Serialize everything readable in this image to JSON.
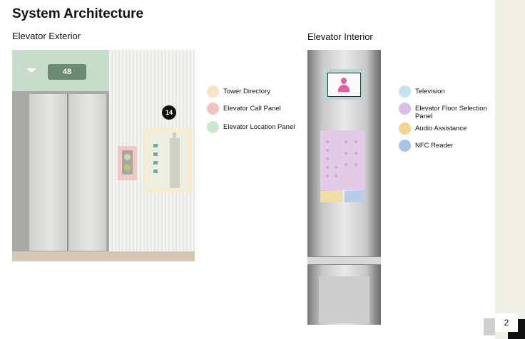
{
  "title": "System Architecture",
  "page_number": "2",
  "exterior": {
    "heading": "Elevator Exterior",
    "floor_display": "48",
    "floor_badge": "14",
    "legend": [
      {
        "label": "Tower Directory",
        "color": "#f7e4c6"
      },
      {
        "label": "Elevator Call Panel",
        "color": "#f3c3c4"
      },
      {
        "label": "Elevator Location Panel",
        "color": "#cce6d2"
      }
    ]
  },
  "interior": {
    "heading": "Elevator Interior",
    "legend": [
      {
        "label": "Television",
        "color": "#c3e4ec"
      },
      {
        "label": "Elevator Floor Selection Panel",
        "color": "#d9bfe3"
      },
      {
        "label": "Audio Assistance",
        "color": "#f2d58e"
      },
      {
        "label": "NFC Reader",
        "color": "#a9c3e4"
      }
    ]
  }
}
